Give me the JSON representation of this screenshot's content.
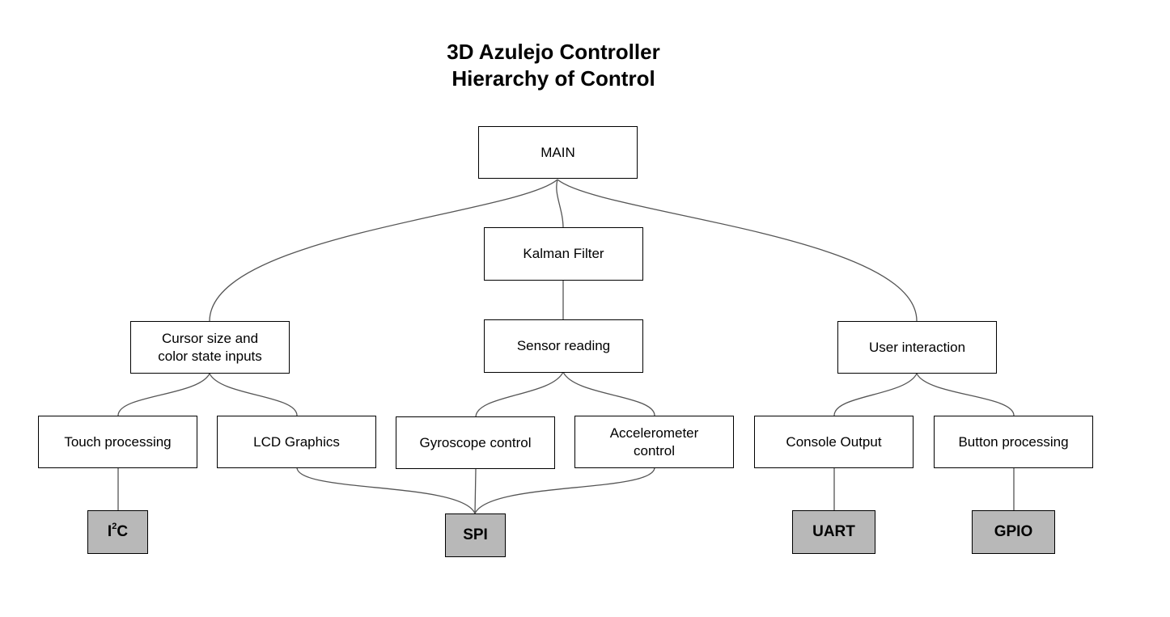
{
  "title": {
    "line1": "3D Azulejo Controller",
    "line2": "Hierarchy of Control"
  },
  "nodes": {
    "main": "MAIN",
    "kalman": "Kalman Filter",
    "cursor_line1": "Cursor size and",
    "cursor_line2": "color state inputs",
    "sensor": "Sensor reading",
    "user": "User interaction",
    "touch": "Touch processing",
    "lcd": "LCD Graphics",
    "gyro": "Gyroscope control",
    "accel_line1": "Accelerometer",
    "accel_line2": "control",
    "console": "Console Output",
    "button": "Button processing"
  },
  "buses": {
    "i2c_base": "I",
    "i2c_sup": "2",
    "i2c_end": "C",
    "spi": "SPI",
    "uart": "UART",
    "gpio": "GPIO"
  },
  "colors": {
    "box_border": "#000000",
    "bus_fill": "#b8b8b8",
    "connector": "#555555"
  }
}
